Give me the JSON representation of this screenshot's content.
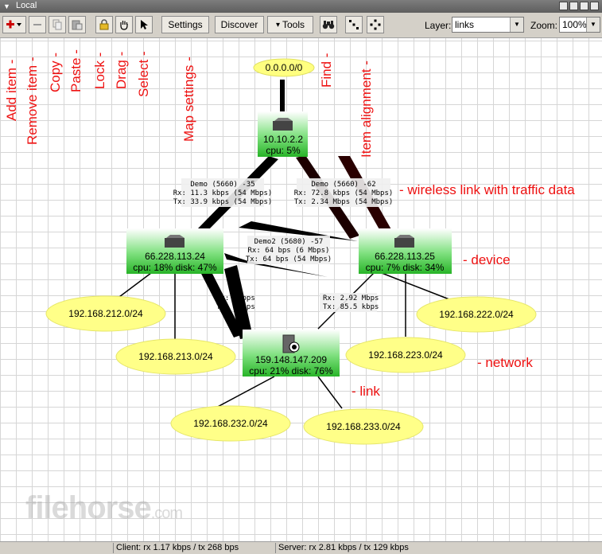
{
  "window": {
    "title": "Local"
  },
  "toolbar": {
    "add_item_icon": "plus-dropdown-icon",
    "settings_label": "Settings",
    "discover_label": "Discover",
    "tools_label": "Tools",
    "tools_arrow": "▾",
    "layer_label": "Layer:",
    "layer_value": "links",
    "zoom_label": "Zoom:",
    "zoom_value": "100%"
  },
  "map": {
    "networks": {
      "internet": "0.0.0.0/0",
      "n212": "192.168.212.0/24",
      "n213": "192.168.213.0/24",
      "n222": "192.168.222.0/24",
      "n223": "192.168.223.0/24",
      "n232": "192.168.232.0/24",
      "n233": "192.168.233.0/24"
    },
    "devices": {
      "top": {
        "ip": "10.10.2.2",
        "stats": "cpu: 5%"
      },
      "left": {
        "ip": "66.228.113.24",
        "stats": "cpu: 18% disk: 47%"
      },
      "right": {
        "ip": "66.228.113.25",
        "stats": "cpu: 7% disk: 34%"
      },
      "bottom": {
        "ip": "159.148.147.209",
        "stats": "cpu: 21% disk: 76%"
      }
    },
    "link_labels": {
      "top_left": {
        "name": "Demo (5660) -35",
        "rx": "Rx: 11.3 kbps (54 Mbps)",
        "tx": "Tx: 33.9 kbps (54 Mbps)"
      },
      "top_right": {
        "name": "Demo (5660) -62",
        "rx": "Rx: 72.8 kbps (54 Mbps)",
        "tx": "Tx: 2.34 Mbps (54 Mbps)"
      },
      "left_right": {
        "name": "Demo2 (5680) -57",
        "rx": "Rx: 64 bps (6 Mbps)",
        "tx": "Tx: 64 bps (54 Mbps)"
      },
      "left_bottom": {
        "rx": "Rx: 0 bps",
        "tx": "Tx: 0 bps"
      },
      "right_bottom": {
        "rx": "Rx: 2.92 Mbps",
        "tx": "Tx: 85.5 kbps"
      }
    }
  },
  "annotations": {
    "add_item": "Add item -",
    "remove_item": "Remove item -",
    "copy": "Copy -",
    "paste": "Paste -",
    "lock": "Lock -",
    "drag": "Drag -",
    "select": "Select -",
    "map_settings": "Map settings -",
    "find": "Find -",
    "item_alignment": "Item alignment -",
    "wireless_link": "- wireless link with traffic data",
    "device": "- device",
    "network": "- network",
    "link": "- link"
  },
  "status": {
    "client": "Client: rx 1.17 kbps / tx 268 bps",
    "server": "Server: rx 2.81 kbps / tx 129 kbps"
  },
  "watermark": {
    "brand": "filehorse",
    "suffix": ".com"
  }
}
